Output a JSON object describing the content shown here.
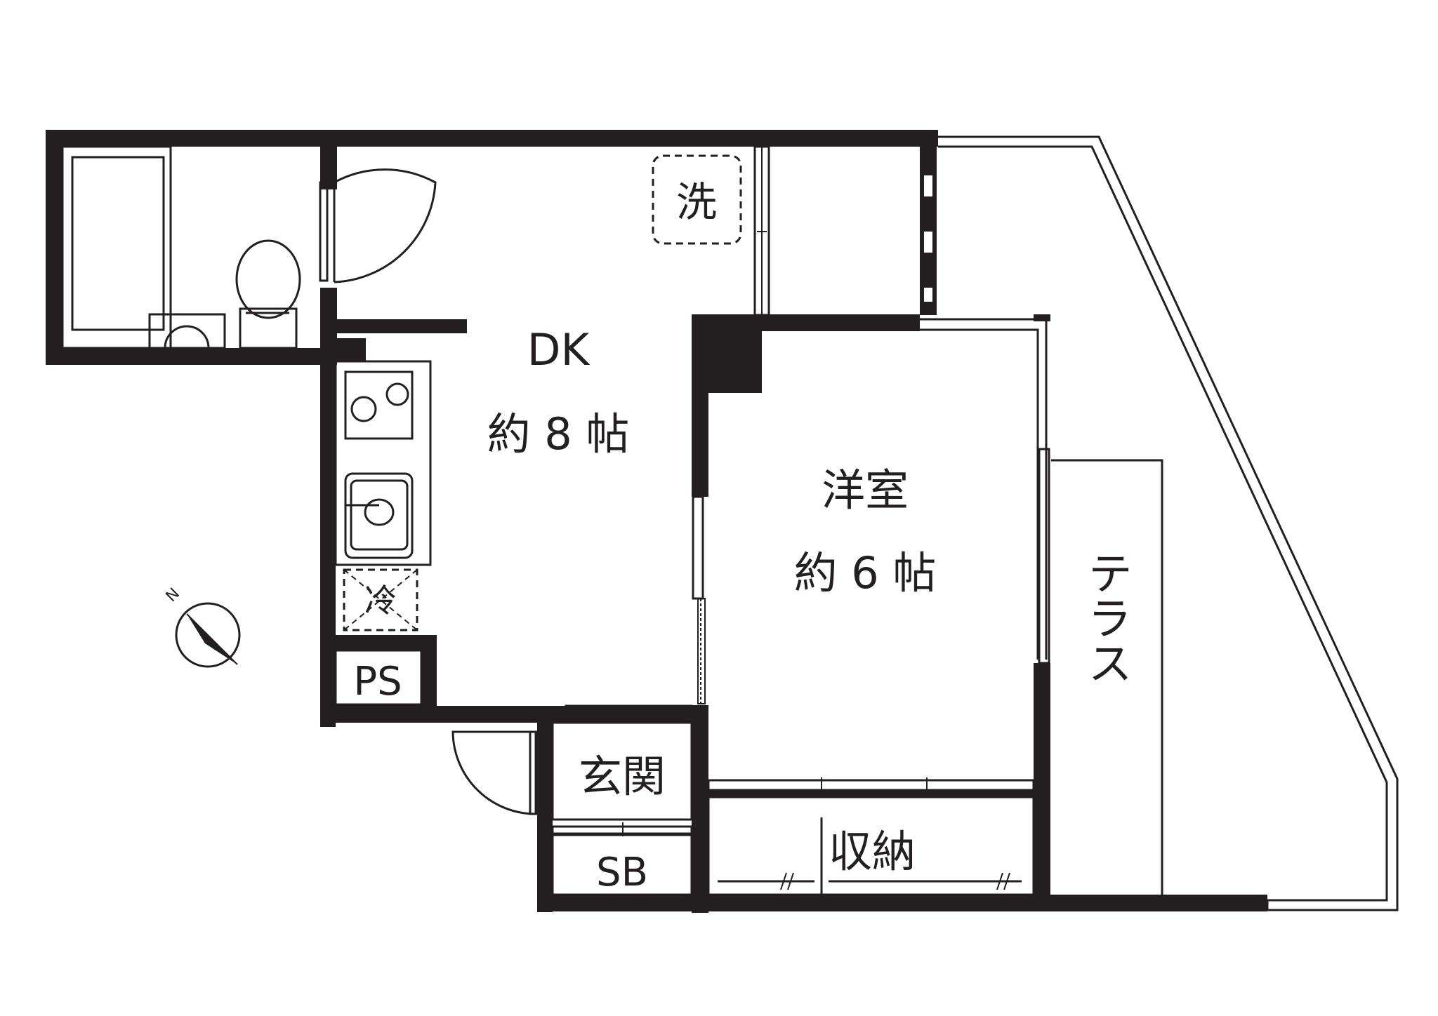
{
  "rooms": {
    "dk_name": "DK",
    "dk_size": "約 8 帖",
    "western_name": "洋室",
    "western_size": "約 6 帖",
    "entrance": "玄関",
    "storage": "収納",
    "terrace": "テラス",
    "shoe_box": "SB",
    "pipe_space": "PS",
    "washer": "洗",
    "fridge": "冷"
  },
  "compass": {
    "label": "N"
  },
  "colors": {
    "line": "#231f20",
    "background": "#ffffff"
  }
}
